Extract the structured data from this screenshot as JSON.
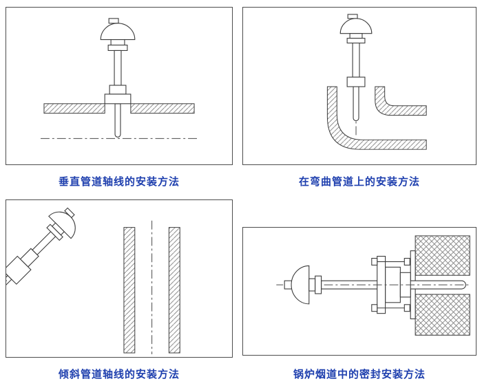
{
  "colors": {
    "caption": "#1e3fae",
    "line": "#3a3a3a",
    "panel_border": "#4c4c4c",
    "background": "#ffffff"
  },
  "figures": [
    {
      "id": "vertical-pipe",
      "caption": "垂直管道轴线的安装方法"
    },
    {
      "id": "curved-pipe",
      "caption": "在弯曲管道上的安装方法"
    },
    {
      "id": "inclined-pipe",
      "caption": "倾斜管道轴线的安装方法"
    },
    {
      "id": "boiler-flue",
      "caption": "锅炉烟道中的密封安装方法"
    }
  ]
}
